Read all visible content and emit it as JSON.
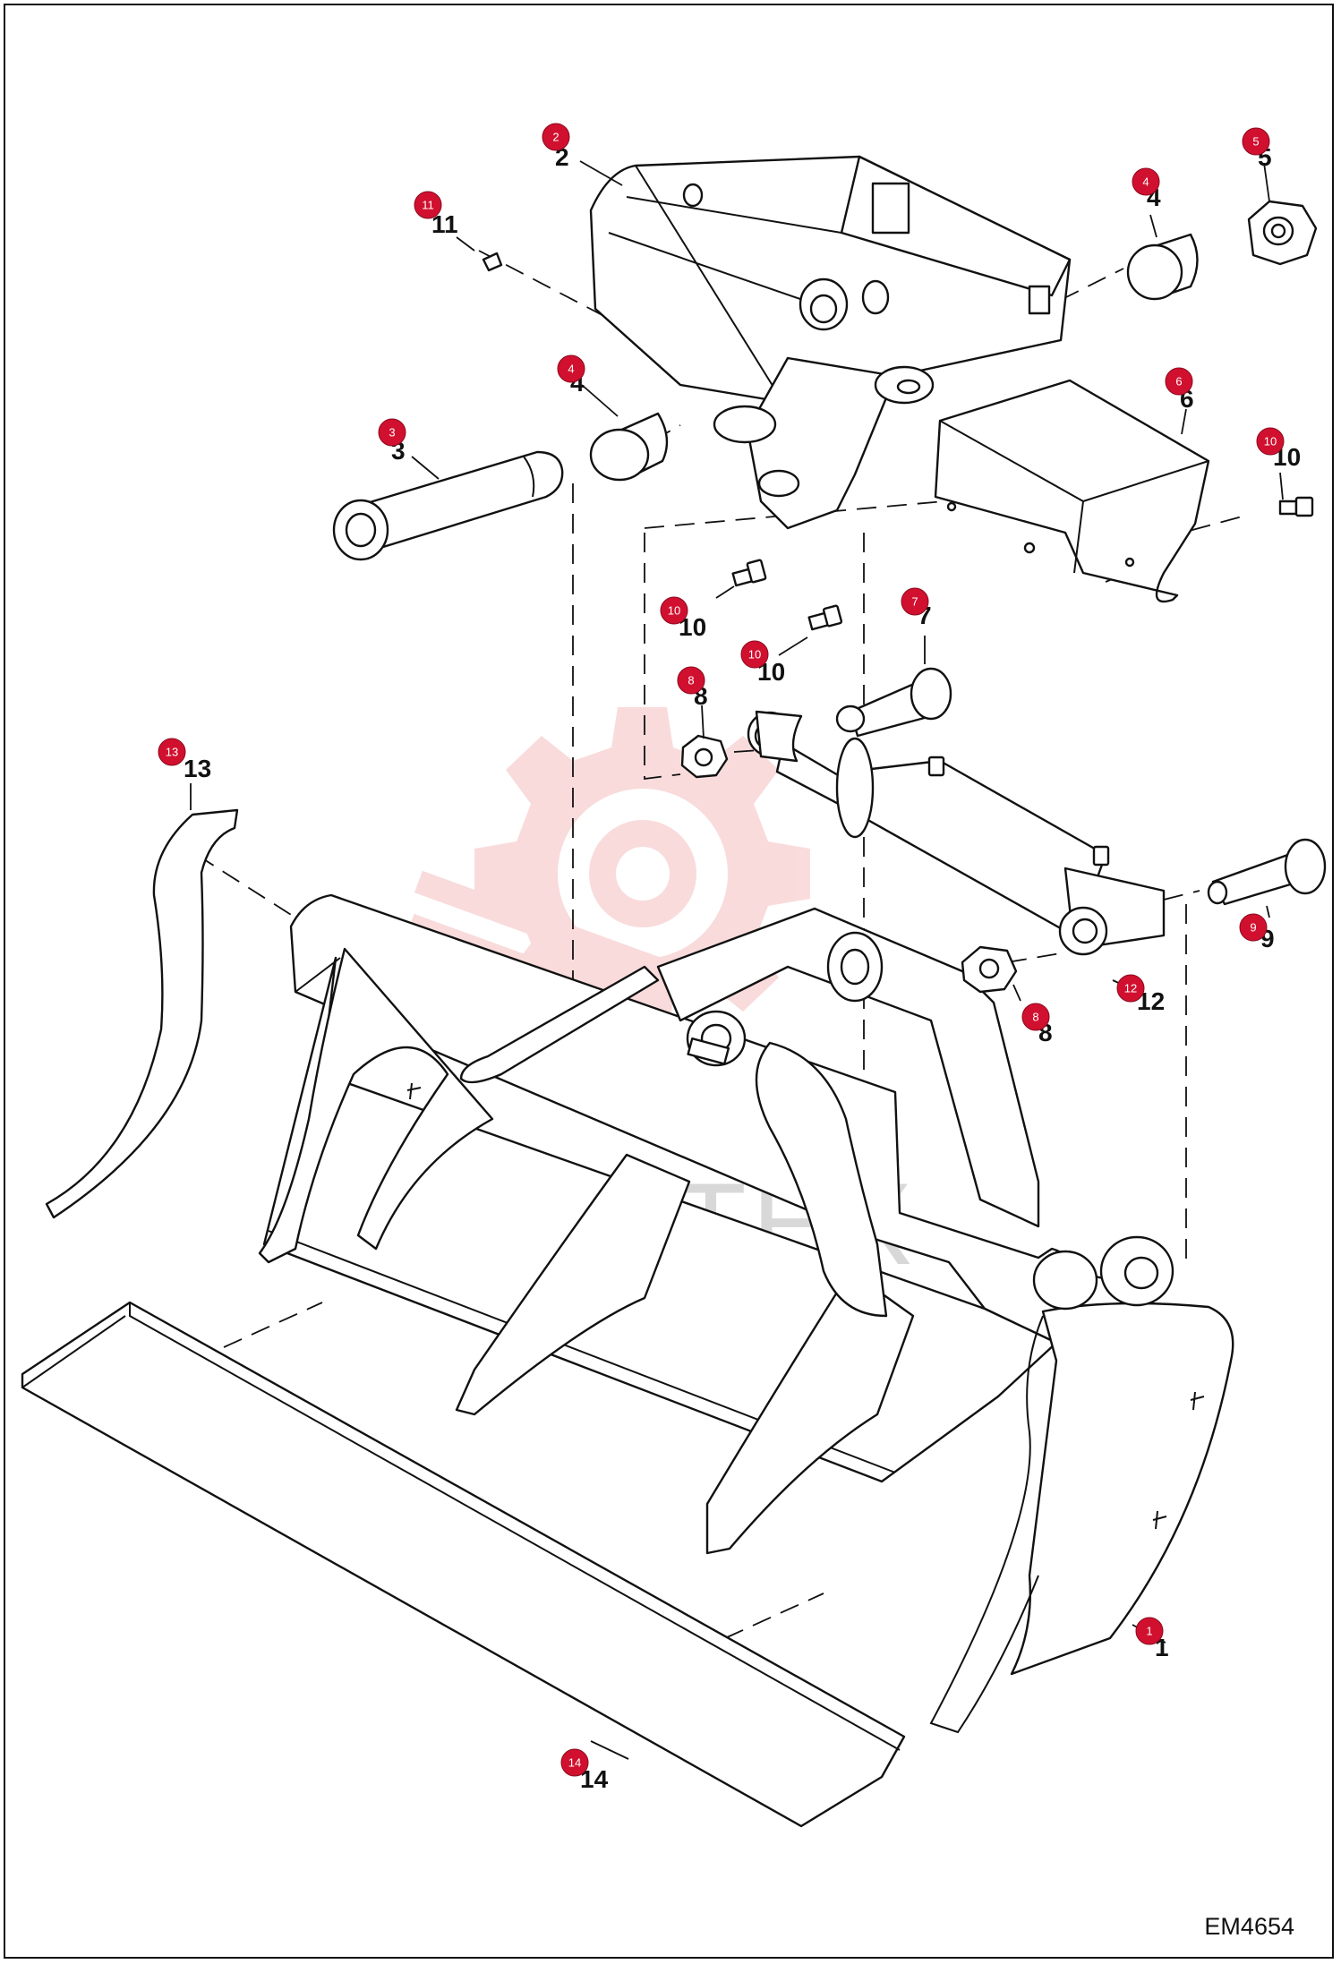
{
  "drawing_id": "EM4654",
  "watermark": "ИНТЕХ",
  "callouts": [
    {
      "label": "1"
    },
    {
      "label": "2"
    },
    {
      "label": "3"
    },
    {
      "label": "4"
    },
    {
      "label": "4"
    },
    {
      "label": "5"
    },
    {
      "label": "6"
    },
    {
      "label": "7"
    },
    {
      "label": "8"
    },
    {
      "label": "8"
    },
    {
      "label": "9"
    },
    {
      "label": "10"
    },
    {
      "label": "10"
    },
    {
      "label": "10"
    },
    {
      "label": "11"
    },
    {
      "label": "12"
    },
    {
      "label": "13"
    },
    {
      "label": "14"
    }
  ],
  "colors": {
    "badge": "#d1102f",
    "watermark": "#f4b8b8",
    "line": "#111111"
  }
}
